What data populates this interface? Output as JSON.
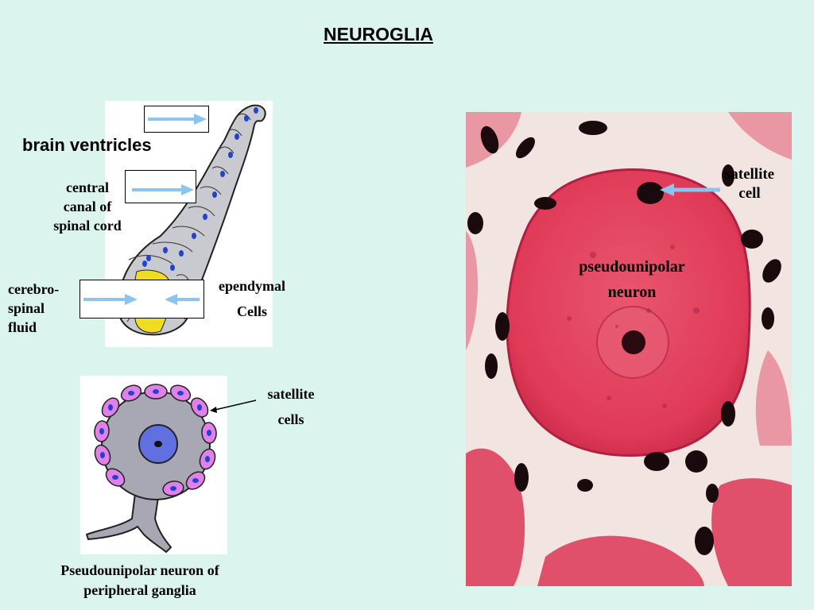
{
  "title": "NEUROGLIA",
  "ependymal_diagram": {
    "label_brain_ventricles": "brain ventricles",
    "label_central_canal": [
      "central",
      "canal of",
      "spinal cord"
    ],
    "label_csf": [
      "cerebro-",
      "spinal",
      "fluid"
    ],
    "label_ependymal": [
      "ependymal",
      "Cells"
    ]
  },
  "ganglion_diagram": {
    "label_satellite": [
      "satellite",
      "cells"
    ],
    "caption": [
      "Pseudounipolar neuron of",
      "peripheral ganglia"
    ]
  },
  "micrograph": {
    "label_satellite": [
      "satellite",
      "cell"
    ],
    "label_neuron": [
      "pseudounipolar",
      "neuron"
    ]
  },
  "colors": {
    "background": "#dcf4ee",
    "arrow": "#8cc4f0",
    "stain_pink": "#e8405e",
    "satellite_cell": "#e080e8",
    "nucleus_blue": "#2244cc"
  }
}
